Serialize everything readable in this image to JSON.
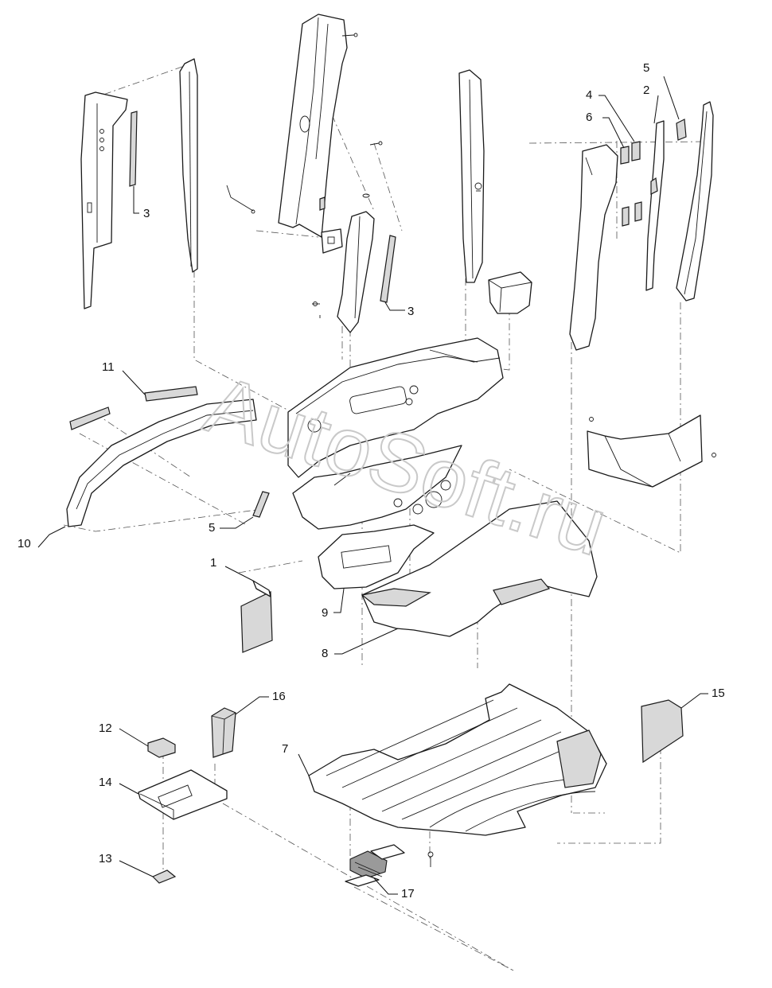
{
  "watermark": "AutoSoft.ru",
  "callouts": {
    "c1": "1",
    "c2": "2",
    "c3a": "3",
    "c3b": "3",
    "c4": "4",
    "c5a": "5",
    "c5b": "5",
    "c6": "6",
    "c7": "7",
    "c8": "8",
    "c9": "9",
    "c10": "10",
    "c11": "11",
    "c12": "12",
    "c13": "13",
    "c14": "14",
    "c15": "15",
    "c16": "16",
    "c17": "17"
  }
}
